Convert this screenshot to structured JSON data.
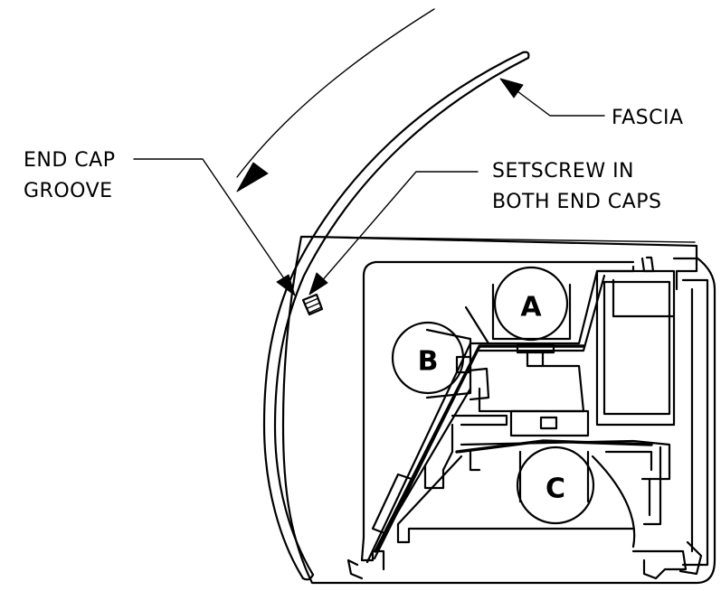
{
  "labels": {
    "fascia": "FASCIA",
    "end_cap_groove_line1": "END CAP",
    "end_cap_groove_line2": "GROOVE",
    "setscrew_line1": "SETSCREW IN",
    "setscrew_line2": "BOTH END CAPS"
  },
  "markers": {
    "a": "A",
    "b": "B",
    "c": "C"
  }
}
